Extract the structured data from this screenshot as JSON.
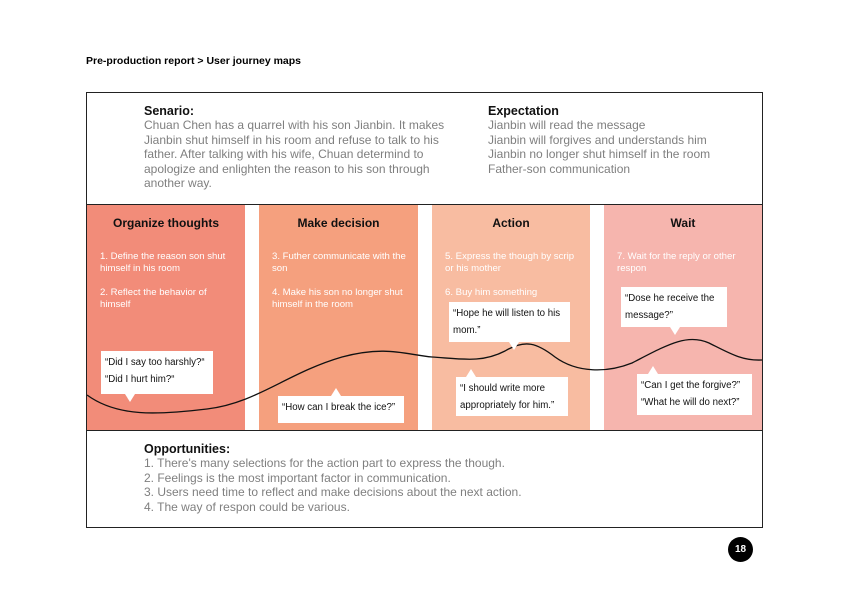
{
  "header": {
    "breadcrumb": "Pre-production report > User journey maps"
  },
  "scenario": {
    "title": "Senario:",
    "lines": [
      "Chuan Chen has a quarrel with his son Jianbin. It makes",
      "Jianbin shut himself in his room and refuse to talk to his",
      "father. After talking with his wife, Chuan determind to",
      "apologize and enlighten the reason to his son through",
      "another way."
    ]
  },
  "expectation": {
    "title": "Expectation",
    "lines": [
      "Jianbin will read the message",
      "Jianbin will forgives and understands him",
      "Jianbin no longer shut himself in the room",
      "Father-son communication"
    ]
  },
  "stages": [
    {
      "title": "Organize thoughts",
      "color": "#f28c79",
      "items": [
        "1. Define the reason son shut himself in his room",
        "2. Reflect the behavior of himself"
      ]
    },
    {
      "title": "Make decision",
      "color": "#f5a07e",
      "items": [
        "3. Futher communicate with the son",
        "4. Make his son no longer shut himself in the room"
      ]
    },
    {
      "title": "Action",
      "color": "#f8bca1",
      "items": [
        "5. Express the though by scrip or his mother",
        "6. Buy him something"
      ]
    },
    {
      "title": "Wait",
      "color": "#f6b5ae",
      "items": [
        "7. Wait for the reply or other respon"
      ]
    }
  ],
  "bubbles": {
    "b1": [
      "“Did I say too harshly?“",
      "“Did I hurt him?“"
    ],
    "b2": [
      "“How can I break the ice?”"
    ],
    "b3": [
      "“Hope he will listen to his",
      "mom.”"
    ],
    "b4": [
      "“I should write more",
      "appropriately for him.”"
    ],
    "b5": [
      "“Dose he receive the",
      "message?”"
    ],
    "b6": [
      "“Can I get the forgive?”",
      "“What he will do next?”"
    ]
  },
  "opportunities": {
    "title": "Opportunities:",
    "lines": [
      "1. There's many selections for the action part to express the though.",
      "2. Feelings is the most important factor in communication.",
      "3. Users need time to reflect and make decisions about the next action.",
      "4. The way of respon could be various."
    ]
  },
  "page_number": "18"
}
